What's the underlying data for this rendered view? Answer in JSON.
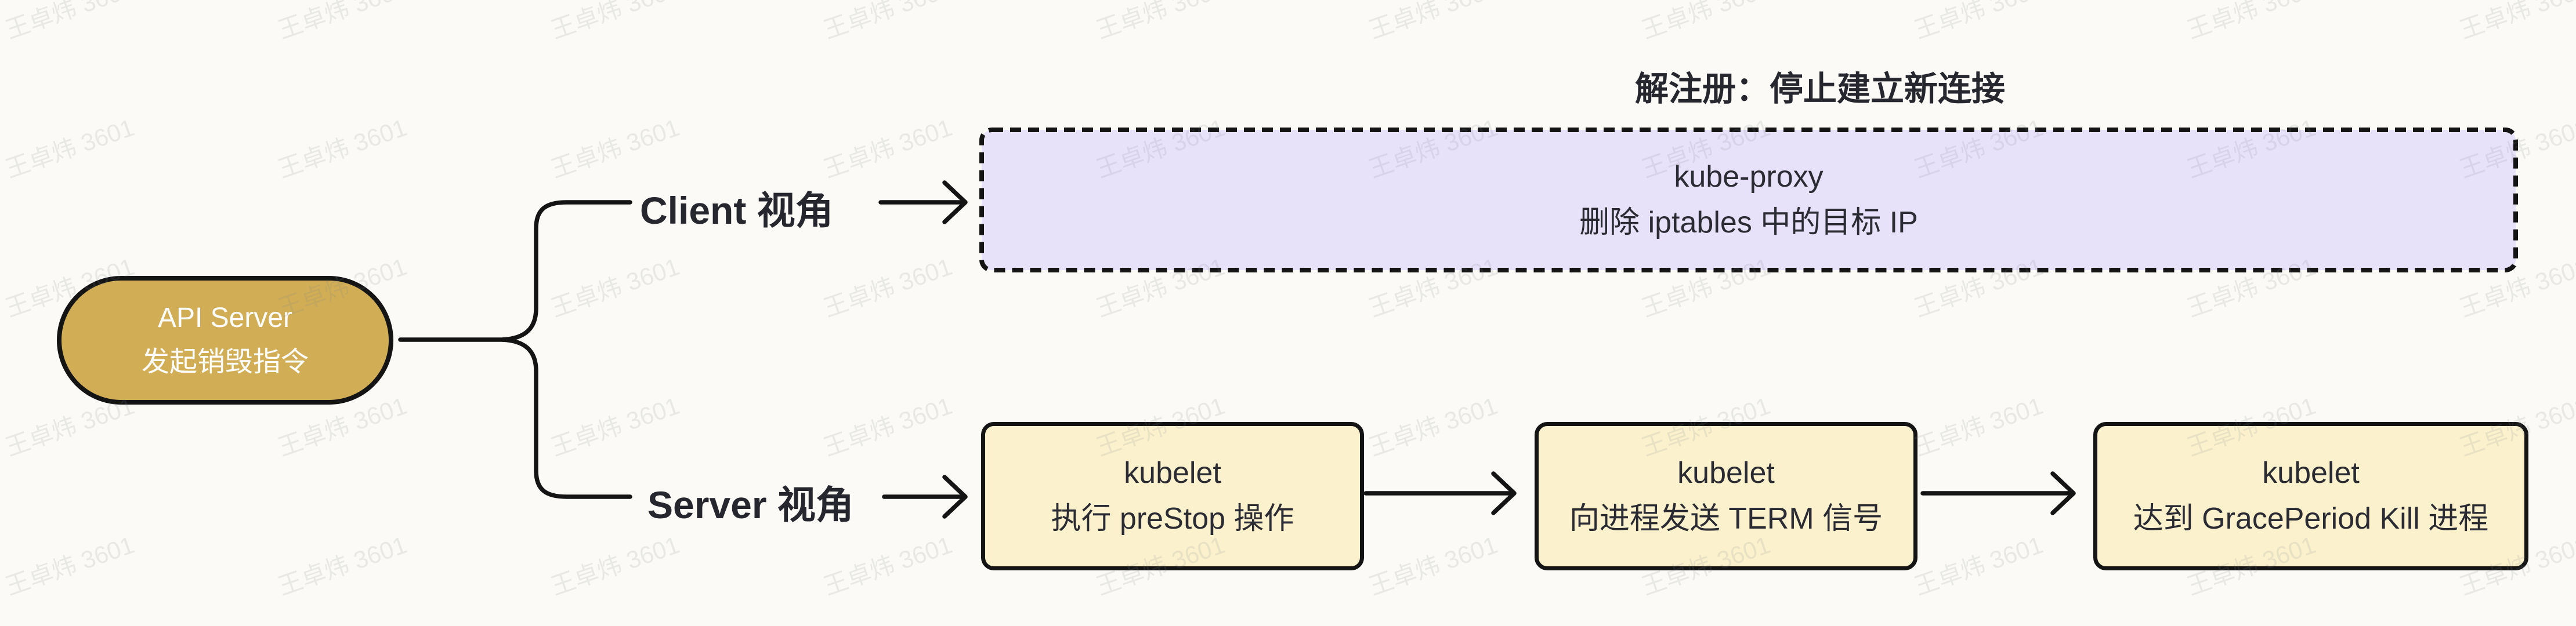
{
  "watermark": {
    "text": "王卓炜 3601"
  },
  "colors": {
    "background": "#fbfaf6",
    "stroke": "#141414",
    "gold": "#d1ae56",
    "lavender": "#e8e1fa",
    "cream": "#fbf1cd",
    "text_dark": "#26262e",
    "text_box": "#2b2b33",
    "text_white": "#ffffff"
  },
  "root_node": {
    "line1": "API Server",
    "line2": "发起销毁指令"
  },
  "client_branch": {
    "label": "Client 视角",
    "annotation": "解注册：停止建立新连接",
    "node": {
      "line1": "kube-proxy",
      "line2": "删除 iptables 中的目标 IP"
    }
  },
  "server_branch": {
    "label": "Server 视角",
    "steps": [
      {
        "line1": "kubelet",
        "line2": "执行 preStop 操作"
      },
      {
        "line1": "kubelet",
        "line2": "向进程发送 TERM 信号"
      },
      {
        "line1": "kubelet",
        "line2": "达到 GracePeriod Kill 进程"
      }
    ]
  }
}
